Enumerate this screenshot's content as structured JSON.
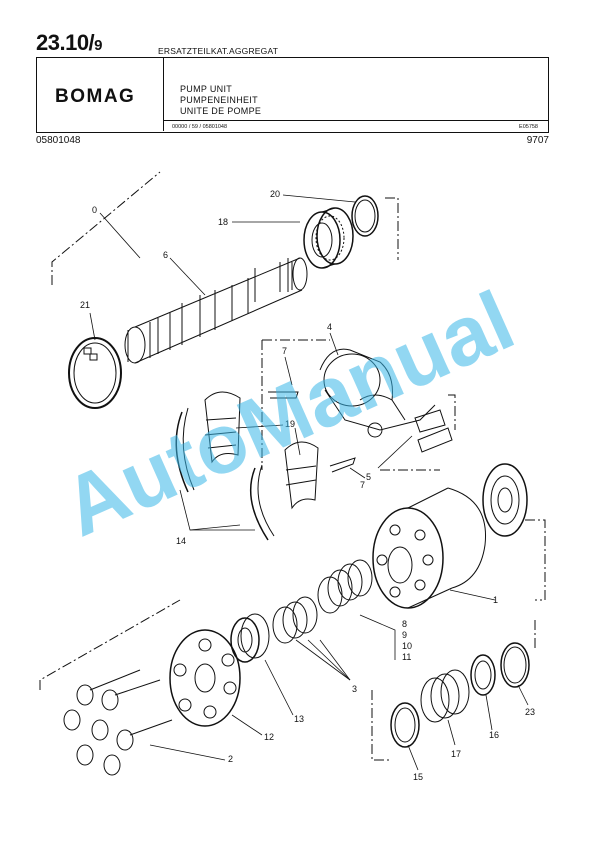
{
  "header": {
    "page_number": "23.10/",
    "page_sub": "9",
    "doc_title": "ERSATZTEILKAT.AGGREGAT",
    "brand": "BOMAG",
    "titles": [
      "PUMP UNIT",
      "PUMPENEINHEIT",
      "UNITE DE POMPE"
    ],
    "meta": "00000 / 59 / 05801048",
    "drawing_no": "E05758",
    "part_number": "05801048",
    "date_code": "9707"
  },
  "callouts": {
    "c0": "0",
    "c1": "1",
    "c2": "2",
    "c3": "3",
    "c4": "4",
    "c5": "5",
    "c6": "6",
    "c7a": "7",
    "c7b": "7",
    "c8": "8",
    "c9": "9",
    "c10": "10",
    "c11": "11",
    "c12": "12",
    "c13": "13",
    "c14": "14",
    "c15": "15",
    "c16": "16",
    "c17": "17",
    "c18": "18",
    "c19": "19",
    "c20": "20",
    "c21": "21",
    "c23": "23"
  },
  "watermark": "AutoManual"
}
